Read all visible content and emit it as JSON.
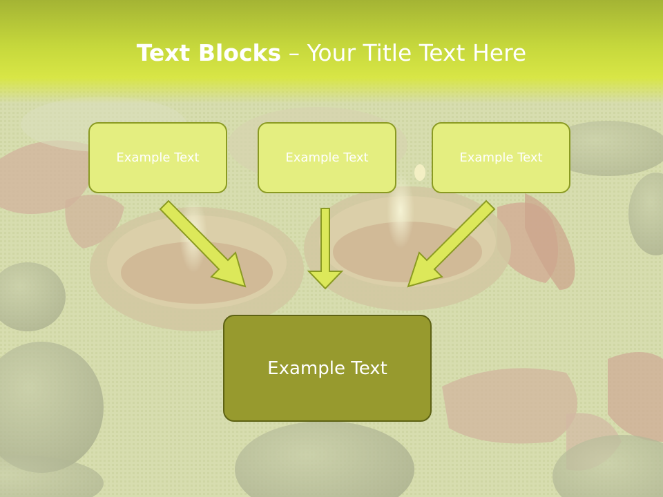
{
  "slide": {
    "title_bold": "Text Blocks",
    "title_rest": " – Your Title Text Here",
    "boxes": [
      {
        "label": "Example Text"
      },
      {
        "label": "Example Text"
      },
      {
        "label": "Example Text"
      }
    ],
    "main_box": {
      "label": "Example Text"
    }
  },
  "colors": {
    "header": "#c6d83c",
    "box_fill": "#e4ee80",
    "box_border": "#8a9a22",
    "main_fill": "#979a2e",
    "arrow": "#dce85a"
  },
  "background": "photo-candles-petals-stones"
}
